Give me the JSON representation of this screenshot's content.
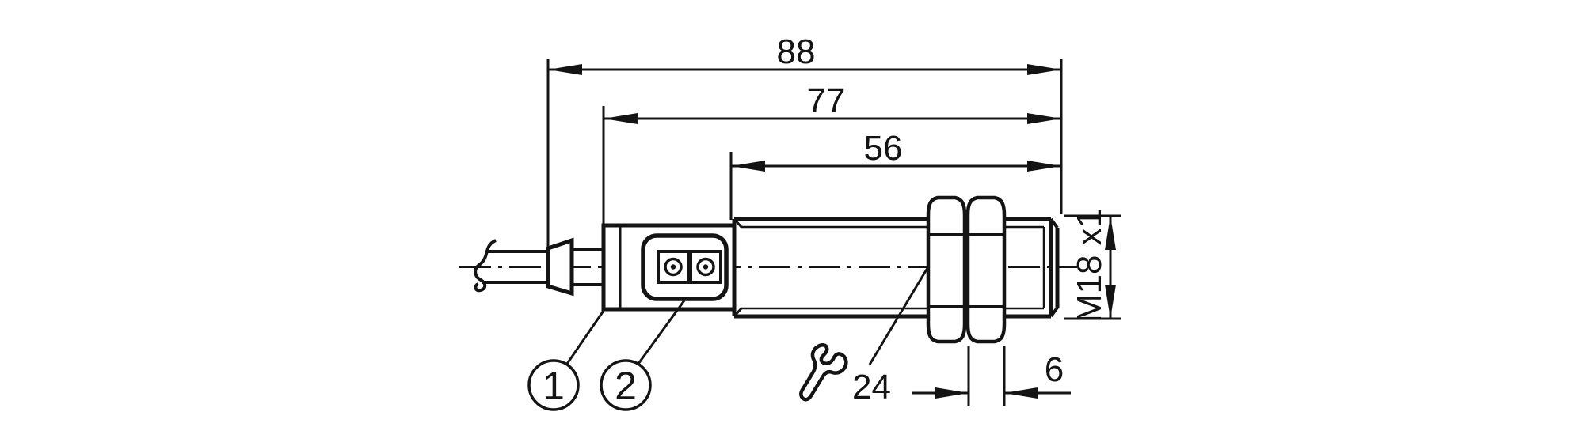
{
  "drawing": {
    "type": "technical-dimension-drawing",
    "colors": {
      "background": "#ffffff",
      "line": "#141414"
    },
    "dimensions": {
      "overall_length": "88",
      "body_length": "77",
      "thread_length": "56",
      "thread_spec": "M18 x1",
      "wrench_size": "24",
      "nut_width": "6"
    },
    "callouts": [
      {
        "number": "1"
      },
      {
        "number": "2"
      }
    ]
  }
}
